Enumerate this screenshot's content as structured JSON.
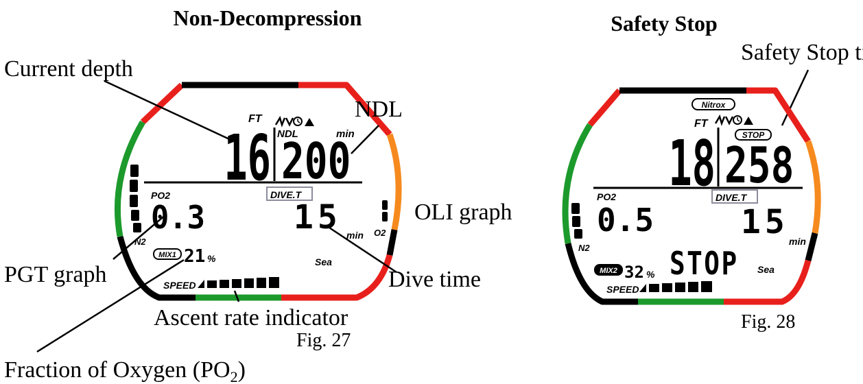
{
  "fig27": {
    "title": "Non-Decompression",
    "caption": "Fig. 27",
    "labels": {
      "current_depth": "Current depth",
      "ndl": "NDL",
      "oli_graph": "OLI graph",
      "pgt_graph": "PGT graph",
      "dive_time": "Dive time",
      "ascent_rate": "Ascent rate indicator",
      "fo2_prefix": "Fraction of Oxygen (PO",
      "fo2_sub": "2",
      "fo2_suffix": ")"
    },
    "display": {
      "depth_unit": "FT",
      "depth": "16",
      "ndl_label": "NDL",
      "ndl_value": "200",
      "ndl_unit": "min",
      "po2_label": "PO2",
      "po2_value": "0.3",
      "divet_label": "DIVE.T",
      "divet_value": "15",
      "divet_unit": "min",
      "n2_label": "N2",
      "o2_label": "O2",
      "mix_label": "MIX1",
      "mix_value": "21",
      "mix_unit": "%",
      "water": "Sea",
      "speed_label": "SPEED"
    }
  },
  "fig28": {
    "title": "Safety Stop",
    "caption": "Fig. 28",
    "labels": {
      "safety_stop_time": "Safety Stop time"
    },
    "display": {
      "nitrox": "Nitrox",
      "depth_unit": "FT",
      "depth": "18",
      "stop_label": "STOP",
      "stop_value": "258",
      "po2_label": "PO2",
      "po2_value": "0.5",
      "divet_label": "DIVE.T",
      "divet_value": "15",
      "divet_unit": "min",
      "n2_label": "N2",
      "mix_label": "MIX2",
      "mix_value": "32",
      "mix_unit": "%",
      "stop_text": "STOP",
      "water": "Sea",
      "speed_label": "SPEED"
    }
  },
  "colors": {
    "green": "#1c9a2c",
    "red": "#e8201c",
    "orange": "#f68a1e",
    "black": "#000000",
    "box": "#8c8c9c"
  }
}
